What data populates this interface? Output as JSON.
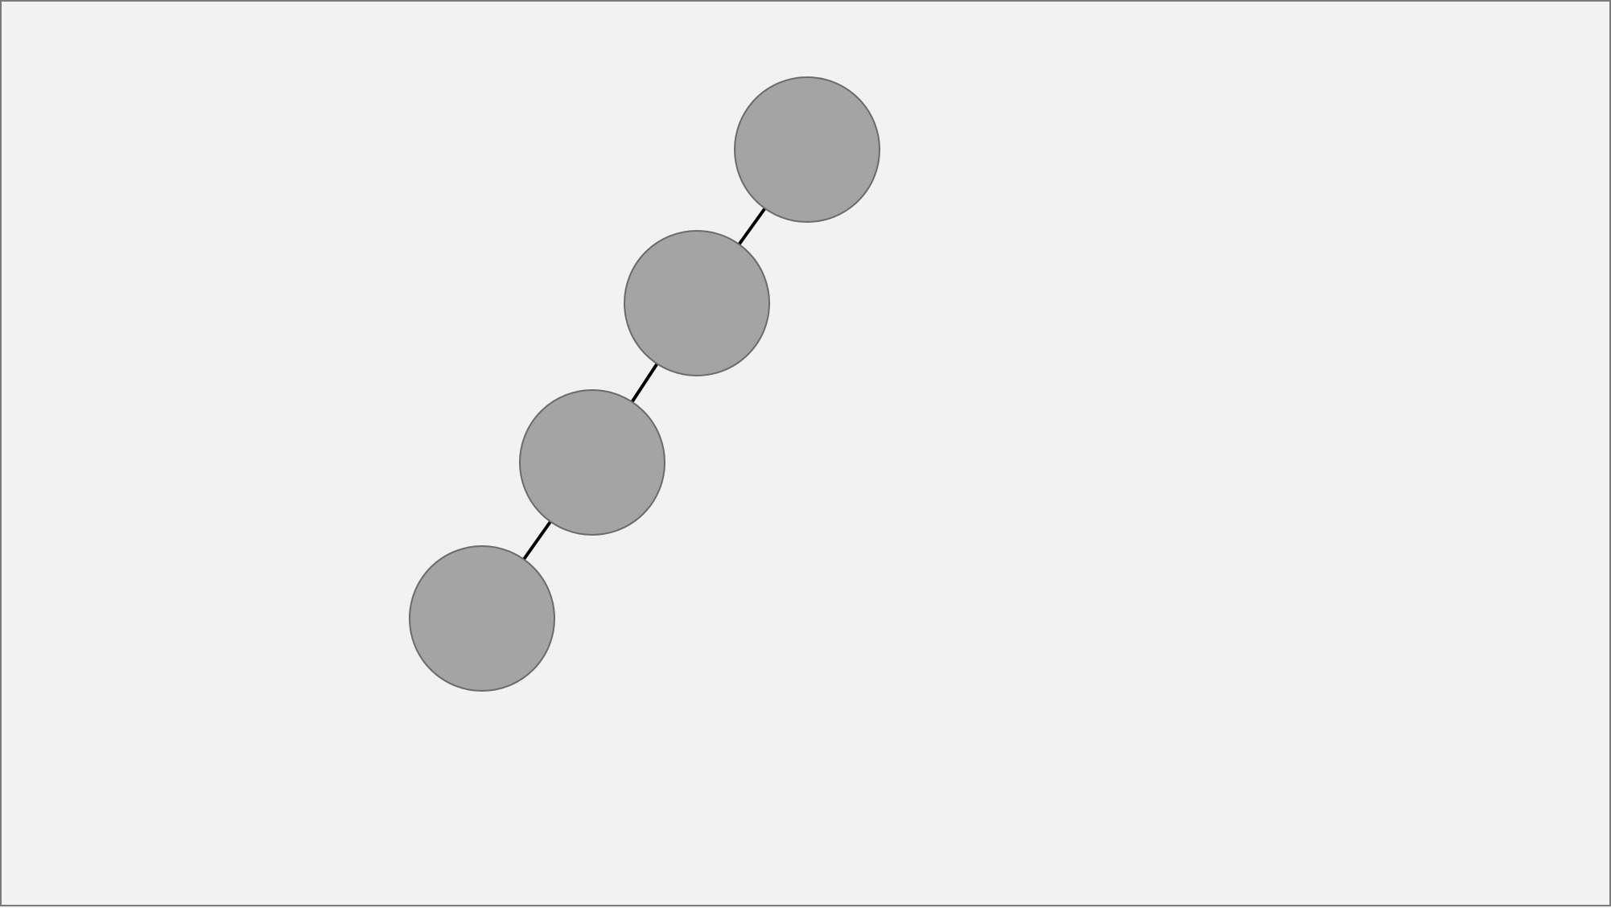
{
  "diagram": {
    "colors": {
      "background": "#f2f2f2",
      "frame": "#7a7a7a",
      "node_fill": "#a3a3a3",
      "node_stroke": "#6b6b6b",
      "edge": "#000000"
    },
    "nodes": [
      {
        "id": "node-1"
      },
      {
        "id": "node-2"
      },
      {
        "id": "node-3"
      },
      {
        "id": "node-4"
      }
    ],
    "edges": [
      {
        "from": "node-1",
        "to": "node-2"
      },
      {
        "from": "node-2",
        "to": "node-3"
      },
      {
        "from": "node-3",
        "to": "node-4"
      }
    ]
  }
}
